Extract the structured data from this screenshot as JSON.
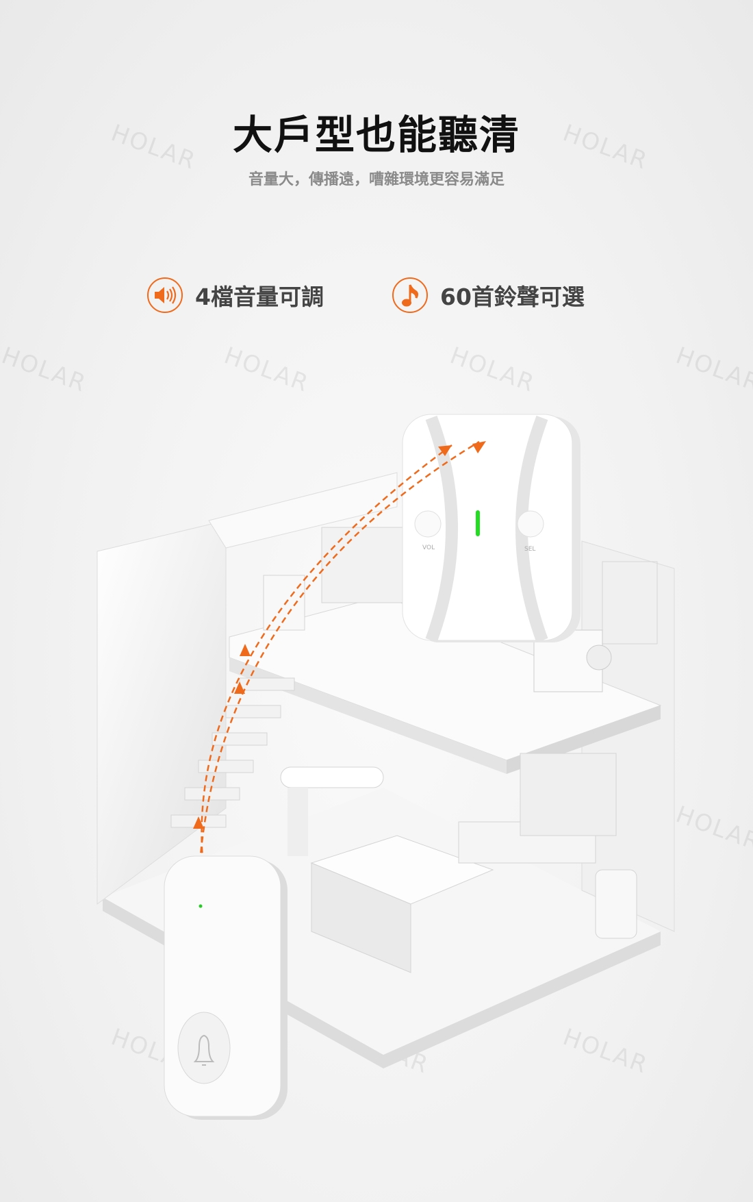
{
  "header": {
    "title": "大戶型也能聽清",
    "subtitle": "音量大，傳播遠，嘈雜環境更容易滿足"
  },
  "features": [
    {
      "icon": "speaker-icon",
      "label": "4檔音量可調"
    },
    {
      "icon": "music-note-icon",
      "label": "60首鈴聲可選"
    }
  ],
  "receiver": {
    "buttons": [
      "VOL",
      "SEL"
    ],
    "led_color": "#22dd22"
  },
  "watermark": "HOLAR",
  "colors": {
    "accent": "#f06a1c"
  }
}
